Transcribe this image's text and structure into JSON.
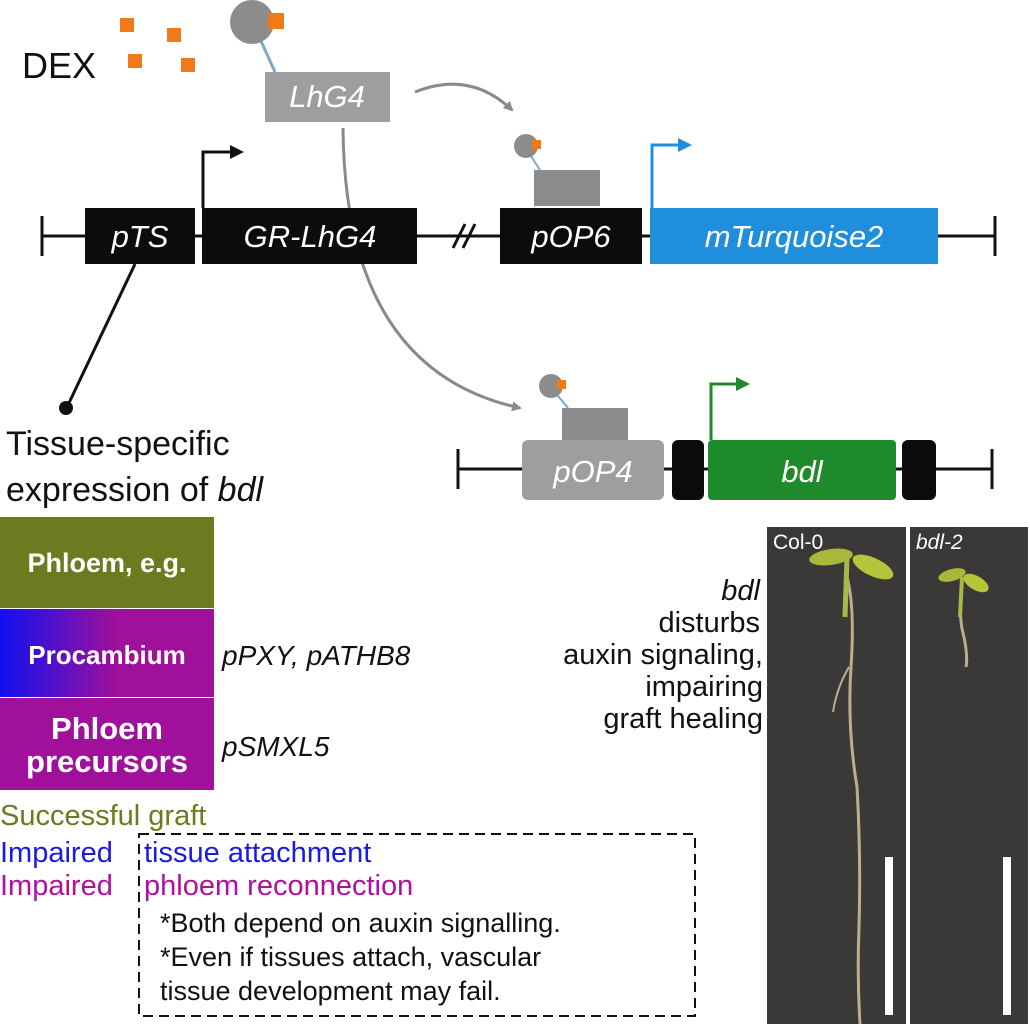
{
  "inducer": {
    "label": "DEX",
    "color": "#f07a1a"
  },
  "transactivator": {
    "label": "LhG4"
  },
  "construct_driver": {
    "promoter": "pTS",
    "gene": "GR-LhG4",
    "reporter_promoter": "pOP6",
    "reporter": "mTurquoise2",
    "reporter_color": "#1f8fdc"
  },
  "construct_effector": {
    "promoter": "pOP4",
    "gene": "bdl",
    "gene_color": "#1f8a2c"
  },
  "tissue_caption": {
    "line1": "Tissue-specific",
    "line2_plain": "expression of ",
    "line2_italic": "bdl"
  },
  "tissues": [
    {
      "label": "Phloem, e.g.",
      "promoters": ""
    },
    {
      "label": "Procambium",
      "promoters": "pPXY, pATHB8"
    },
    {
      "label_line1": "Phloem",
      "label_line2": "precursors",
      "promoters": "pSMXL5"
    }
  ],
  "bdl_note": {
    "line1": "bdl",
    "line2": "disturbs",
    "line3": "auxin signaling,",
    "line4": "impairing",
    "line5": "graft healing"
  },
  "photos": [
    {
      "label": "Col-0"
    },
    {
      "label": "bdl-2"
    }
  ],
  "legend": {
    "successful": {
      "text": "Successful graft",
      "color": "#6d7a1f"
    },
    "attachment": {
      "word": "Impaired",
      "rest": "tissue attachment",
      "color": "#1a1ae6"
    },
    "reconnection": {
      "word": "Impaired",
      "rest": "phloem reconnection",
      "color": "#b0109a"
    }
  },
  "notes": [
    "*Both depend on auxin signalling.",
    "*Even if tissues attach, vascular",
    "tissue development may fail."
  ]
}
